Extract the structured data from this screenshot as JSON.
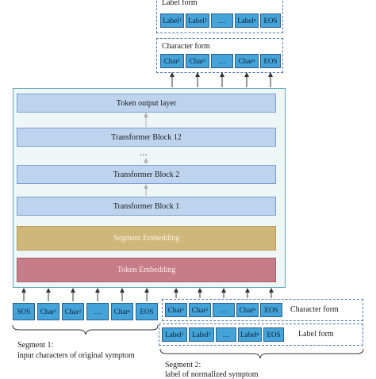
{
  "top": {
    "label_form": {
      "title": "Label form",
      "cells": [
        {
          "main": "Label",
          "sub": "1"
        },
        {
          "main": "Label",
          "sub": "2"
        },
        {
          "main": "…",
          "sub": ""
        },
        {
          "main": "Label",
          "sub": "n"
        },
        {
          "main": "EOS",
          "sub": ""
        }
      ]
    },
    "char_form": {
      "title": "Character form",
      "cells": [
        {
          "main": "Char",
          "sub": "1"
        },
        {
          "main": "Char",
          "sub": "2"
        },
        {
          "main": "…",
          "sub": ""
        },
        {
          "main": "Char",
          "sub": "n"
        },
        {
          "main": "EOS",
          "sub": ""
        }
      ]
    }
  },
  "model": {
    "token_output": "Token output layer",
    "block12": "Transformer Block 12",
    "ellipsis": "…",
    "block2": "Transformer Block 2",
    "block1": "Transformer Block 1",
    "segment_embedding": "Segment Embedding",
    "token_embedding": "Token Embedding"
  },
  "input": {
    "cells": [
      {
        "main": "SOS",
        "sub": ""
      },
      {
        "main": "Char",
        "sub": "1"
      },
      {
        "main": "Char",
        "sub": "2"
      },
      {
        "main": "…",
        "sub": ""
      },
      {
        "main": "Char",
        "sub": "n"
      },
      {
        "main": "EOS",
        "sub": ""
      }
    ],
    "right_cells": [
      {
        "main": "Char",
        "sub": "1"
      },
      {
        "main": "Char",
        "sub": "2"
      },
      {
        "main": "…",
        "sub": ""
      },
      {
        "main": "Char",
        "sub": "n"
      },
      {
        "main": "EOS",
        "sub": ""
      }
    ],
    "right_char_label": "Character form",
    "label_cells": [
      {
        "main": "Label",
        "sub": "1"
      },
      {
        "main": "Label",
        "sub": "2"
      },
      {
        "main": "…",
        "sub": ""
      },
      {
        "main": "Label",
        "sub": "n"
      },
      {
        "main": "EOS",
        "sub": ""
      }
    ],
    "right_label_label": "Label form"
  },
  "segments": {
    "seg1_line1": "Segment 1:",
    "seg1_line2": "input characters of original symptom",
    "seg2_line1": "Segment 2:",
    "seg2_line2": "label of normalized symptom"
  }
}
